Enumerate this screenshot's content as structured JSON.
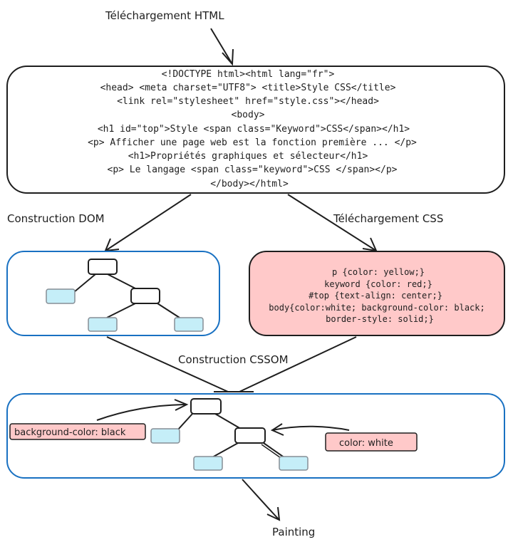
{
  "labels": {
    "html_download": "Téléchargement HTML",
    "dom_construction": "Construction DOM",
    "css_download": "Téléchargement CSS",
    "cssom_construction": "Construction CSSOM",
    "painting": "Painting"
  },
  "html_code": [
    "<!DOCTYPE html><html lang=\"fr\">",
    "<head> <meta charset=\"UTF8\"> <title>Style CSS</title>",
    "<link rel=\"stylesheet\" href=\"style.css\"></head>",
    "<body>",
    "<h1 id=\"top\">Style <span class=\"Keyword\">CSS</span></h1>",
    "<p> Afficher une page web est la fonction première  ... </p>",
    "<h1>Propriétés graphiques et sélecteur</h1>",
    "<p> Le langage <span class=\"keyword\">CSS </span></p>",
    "</body></html>"
  ],
  "css_code": [
    "p {color: yellow;}",
    "  keyword {color: red;}",
    "#top {text-align: center;}",
    "body{color:white; background-color: black;",
    "border-style: solid;}"
  ],
  "style_tags": {
    "background": "background-color: black",
    "color": "color: white"
  },
  "colors": {
    "stroke": "#1e1e1e",
    "blue_border": "#1971c2",
    "pink_fill": "#ffc9c9",
    "cyan_fill": "#c5eef8",
    "gray_border": "#868e96"
  }
}
